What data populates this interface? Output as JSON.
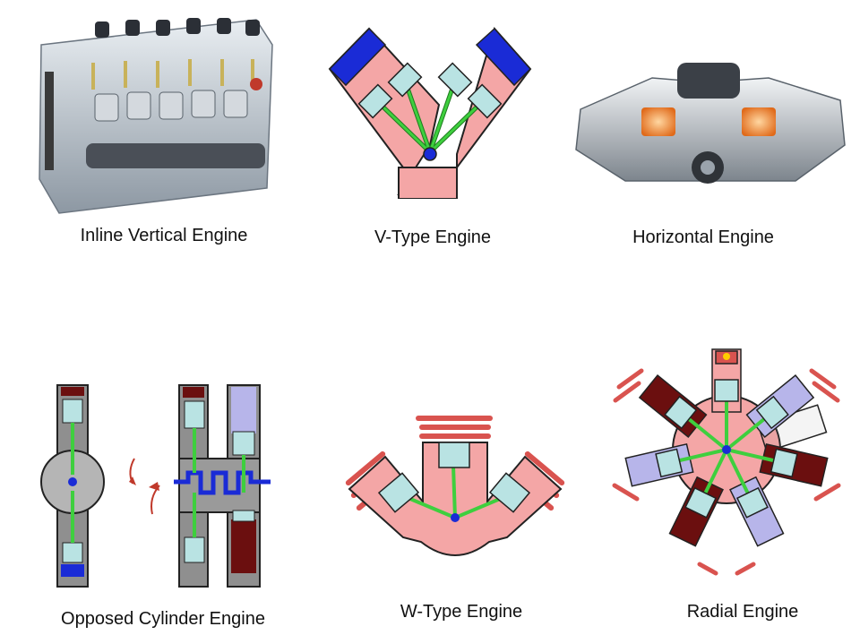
{
  "captions": {
    "inline": "Inline Vertical Engine",
    "v_type": "V-Type Engine",
    "horizontal": "Horizontal Engine",
    "opposed": "Opposed Cylinder Engine",
    "w_type": "W-Type Engine",
    "radial": "Radial Engine"
  },
  "colors": {
    "block_pink": "#f4a6a6",
    "fin_red": "#d9534f",
    "piston_cyan": "#b9e3e3",
    "rod_green": "#3ecf3e",
    "head_blue": "#1a2bd6",
    "cyl_gray": "#8f8f8f",
    "dark_red": "#6b0f0f",
    "lavender": "#b7b5ea",
    "arrow_red": "#c0392b"
  }
}
